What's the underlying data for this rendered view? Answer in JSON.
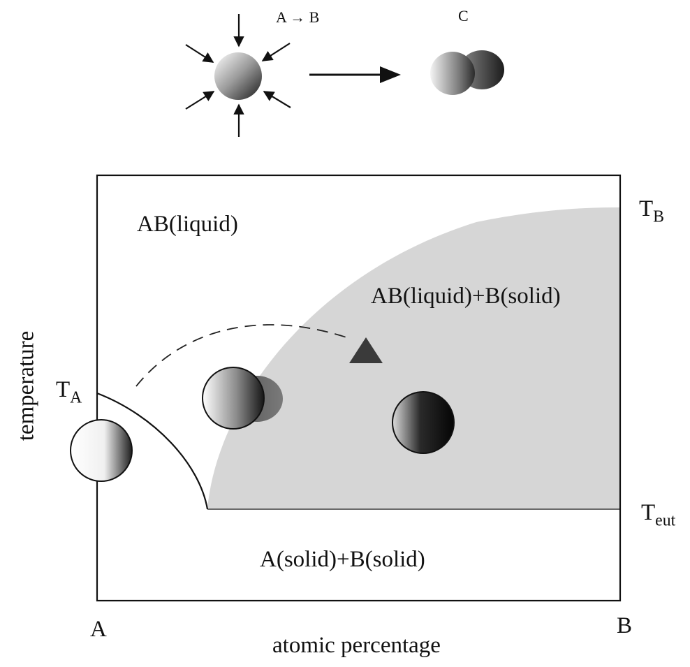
{
  "top_schematic": {
    "reaction_label": "A → B",
    "product_label": "C"
  },
  "phase_diagram": {
    "y_axis_label": "temperature",
    "x_axis_label": "atomic percentage",
    "x_left_label": "A",
    "x_right_label": "B",
    "t_a_main": "T",
    "t_a_sub": "A",
    "t_b_main": "T",
    "t_b_sub": "B",
    "t_eut_main": "T",
    "t_eut_sub": "eut",
    "region_liquid": "AB(liquid)",
    "region_liquid_solid": "AB(liquid)+B(solid)",
    "region_solid_solid": "A(solid)+B(solid)"
  },
  "colors": {
    "shaded_region": "#d6d6d6",
    "line": "#111111",
    "marker": "#3a3a3a"
  }
}
